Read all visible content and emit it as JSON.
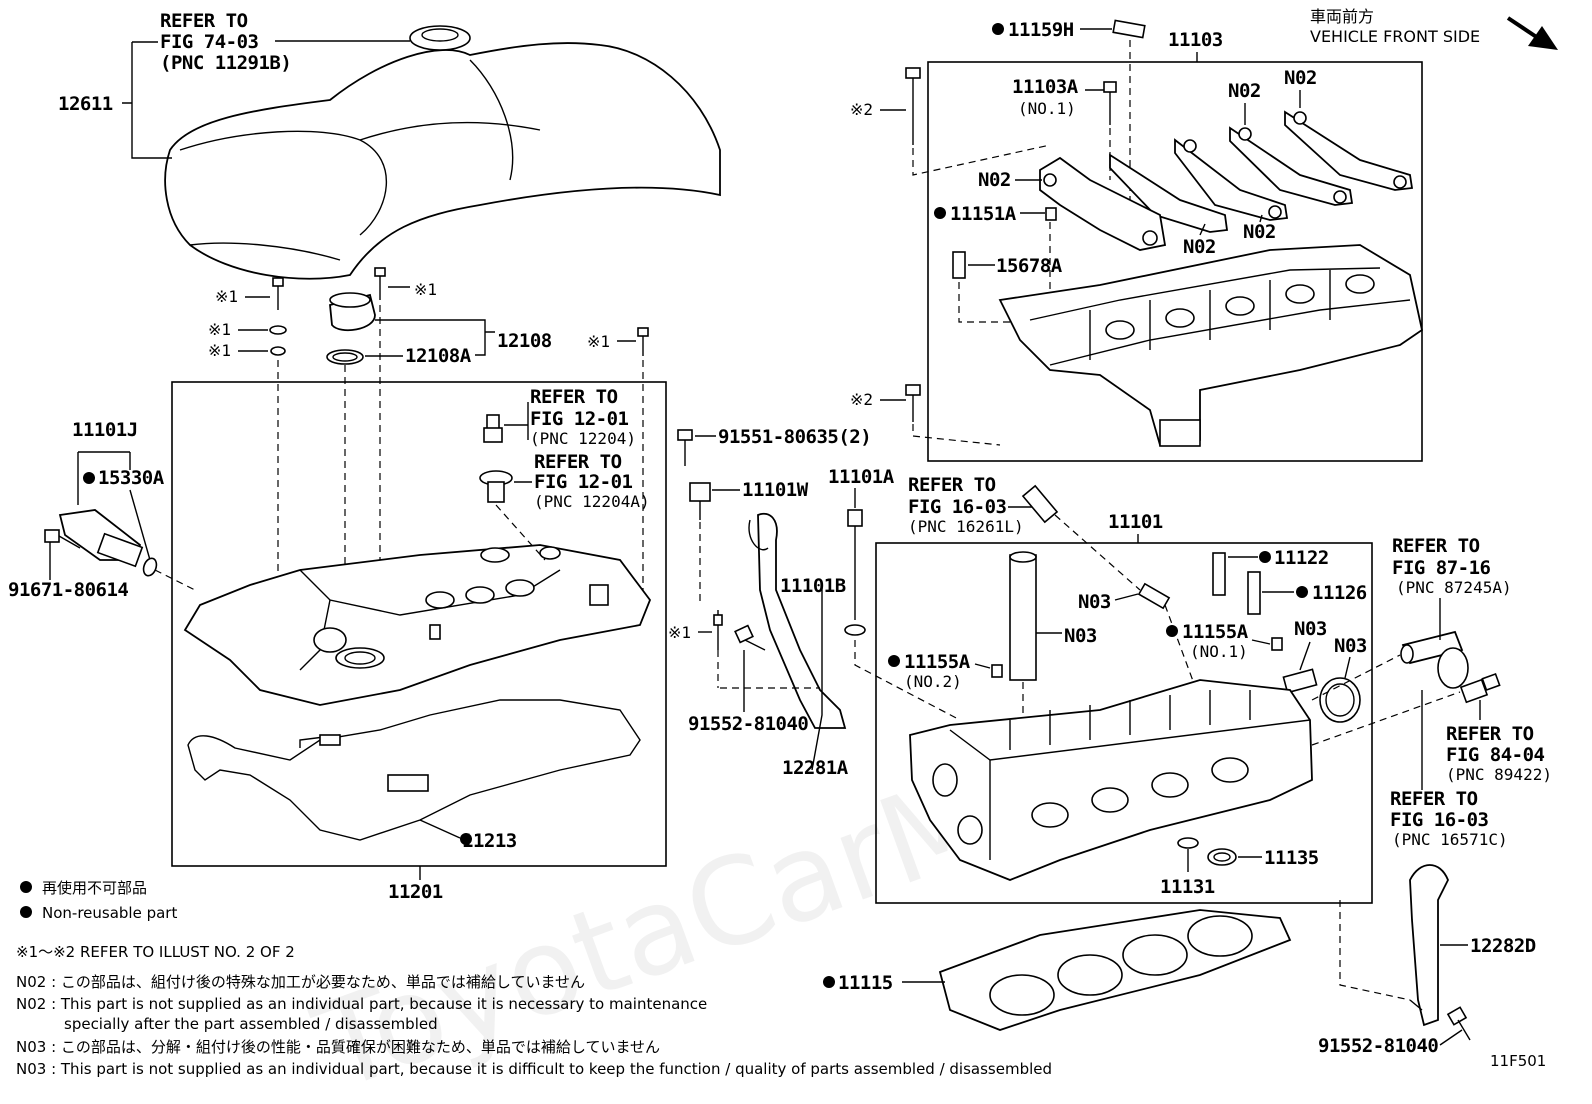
{
  "figure_code": "11F501",
  "orientation": {
    "label_jp": "車両前方",
    "label_en": "VEHICLE FRONT SIDE"
  },
  "watermark": "ToyotaCarMall.ru",
  "callouts": {
    "c12611": "12611",
    "refer_fig7403": [
      "REFER TO",
      "FIG 74-03",
      "(PNC 11291B)"
    ],
    "c12108": "12108",
    "c12108A": "12108A",
    "c11101J": "11101J",
    "c15330A": "15330A",
    "c91671": "91671-80614",
    "refer_fig1201a": [
      "REFER TO",
      "FIG 12-01",
      "(PNC 12204)"
    ],
    "refer_fig1201b": [
      "REFER TO",
      "FIG 12-01",
      "(PNC 12204A)"
    ],
    "c91551": "91551-80635(2)",
    "c11101W": "11101W",
    "c11101B": "11101B",
    "c11101A": "11101A",
    "c91552a": "91552-81040",
    "c12281A": "12281A",
    "c11213": "11213",
    "c11201": "11201",
    "c11159H": "11159H",
    "c11103": "11103",
    "c11103A": "11103A",
    "c11103A_sub": "(NO.1)",
    "c11151A": "11151A",
    "c15678A": "15678A",
    "n02": "N02",
    "n03": "N03",
    "refer_fig1603a": [
      "REFER TO",
      "FIG 16-03",
      "(PNC 16261L)"
    ],
    "c11101": "11101",
    "c11122": "11122",
    "c11126": "11126",
    "c11155A": "11155A",
    "c11155A_no1": "(NO.1)",
    "c11155A_no2": "(NO.2)",
    "refer_fig8716": [
      "REFER TO",
      "FIG 87-16",
      "(PNC 87245A)"
    ],
    "refer_fig8404": [
      "REFER TO",
      "FIG 84-04",
      "(PNC 89422)"
    ],
    "refer_fig1603b": [
      "REFER TO",
      "FIG 16-03",
      "(PNC 16571C)"
    ],
    "c11135": "11135",
    "c11131": "11131",
    "c11115": "11115",
    "c12282D": "12282D",
    "c91552b": "91552-81040",
    "mark1": "※1",
    "mark2": "※2"
  },
  "legend": {
    "jp": "再使用不可部品",
    "en": "Non-reusable part"
  },
  "notes": [
    "※1～※2 REFER TO ILLUST NO. 2 OF 2",
    "N02 : この部品は、組付け後の特殊な加工が必要なため、単品では補給していません",
    "N02 : This part is not supplied as an individual part, because it is necessary to maintenance",
    "specially after the part assembled / disassembled",
    "N03 : この部品は、分解・組付け後の性能・品質確保が困難なため、単品では補給していません",
    "N03 : This part is not supplied as an individual part, because it is difficult to keep the function / quality of parts  assembled / disassembled"
  ]
}
